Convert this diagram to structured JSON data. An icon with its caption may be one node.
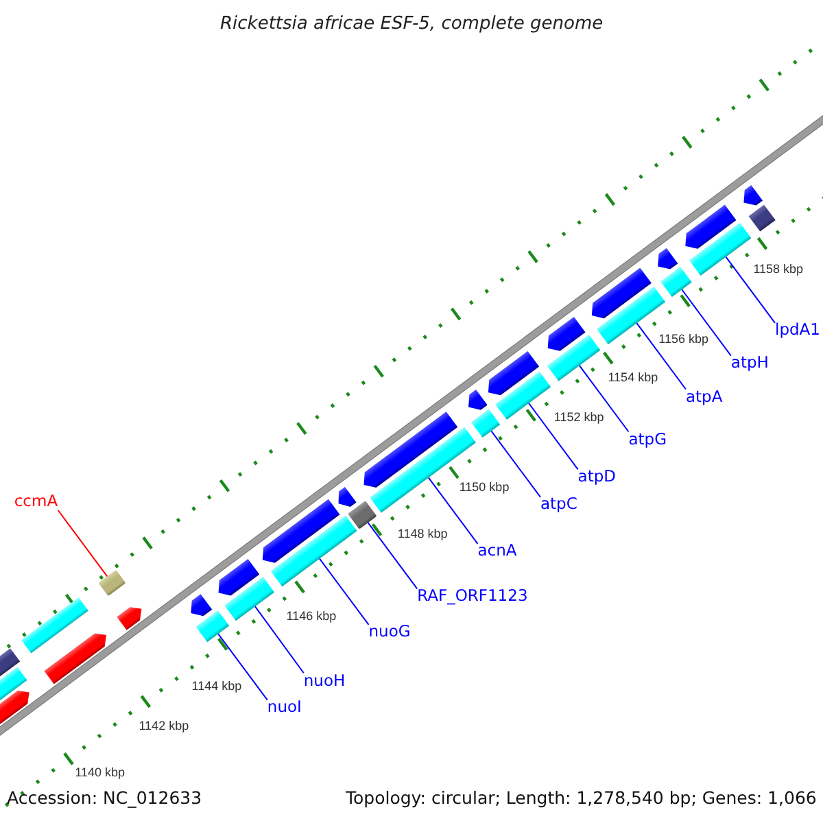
{
  "diagram": {
    "title": "Rickettsia africae ESF-5, complete genome",
    "nodes": [
      {
        "text": [
          "ccmA"
        ]
      },
      {
        "text": [
          "nuoI"
        ]
      },
      {
        "text": [
          "nuoH"
        ]
      },
      {
        "text": [
          "nuoG"
        ]
      },
      {
        "text": [
          "RAF_ORF1123"
        ]
      },
      {
        "text": [
          "acnA"
        ]
      },
      {
        "text": [
          "atpC"
        ]
      },
      {
        "text": [
          "atpD"
        ]
      },
      {
        "text": [
          "atpG"
        ]
      },
      {
        "text": [
          "atpA"
        ]
      },
      {
        "text": [
          "atpH"
        ]
      },
      {
        "text": [
          "lpdA1"
        ]
      },
      {
        "text": [],
        "shape": "box"
      },
      {
        "text": [],
        "shape": "bar"
      },
      {
        "text": [],
        "shape": "bar"
      },
      {
        "text": [],
        "shape": "bar"
      },
      {
        "text": [],
        "shape": "box"
      },
      {
        "text": [],
        "shape": "bar"
      },
      {
        "text": [],
        "shape": "bar"
      },
      {
        "text": [],
        "shape": "bar"
      },
      {
        "text": [],
        "shape": "bar"
      },
      {
        "text": [],
        "shape": "bar"
      },
      {
        "text": [],
        "shape": "bar"
      },
      {
        "text": [],
        "shape": "bar"
      }
    ],
    "edges": [
      {
        "from": 0,
        "to": 12,
        "arrow": "none",
        "color": "#ff0000"
      },
      {
        "from": 1,
        "to": 13,
        "arrow": "none"
      },
      {
        "from": 2,
        "to": 14,
        "arrow": "none"
      },
      {
        "from": 3,
        "to": 15,
        "arrow": "none"
      },
      {
        "from": 4,
        "to": 16,
        "arrow": "none"
      },
      {
        "from": 5,
        "to": 17,
        "arrow": "none"
      },
      {
        "from": 6,
        "to": 18,
        "arrow": "none"
      },
      {
        "from": 7,
        "to": 19,
        "arrow": "none"
      },
      {
        "from": 8,
        "to": 20,
        "arrow": "none"
      },
      {
        "from": 9,
        "to": 21,
        "arrow": "none"
      },
      {
        "from": 10,
        "to": 22,
        "arrow": "none"
      },
      {
        "from": 11,
        "to": 23,
        "arrow": "none"
      }
    ],
    "labels": [
      "1158 kbp",
      "1156 kbp",
      "1154 kbp",
      "1152 kbp",
      "1150 kbp",
      "1148 kbp",
      "1146 kbp",
      "1144 kbp",
      "1142 kbp",
      "1140 kbp",
      "Accession: NC_012633",
      "Topology: circular; Length: 1,278,540 bp; Genes: 1,066"
    ]
  }
}
